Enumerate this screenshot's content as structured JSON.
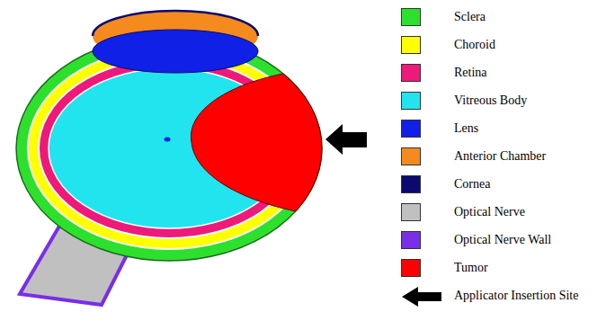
{
  "diagram": {
    "legend": [
      {
        "text": "Sclera",
        "color": "#2ee02e"
      },
      {
        "text": "Choroid",
        "color": "#ffff00"
      },
      {
        "text": "Retina",
        "color": "#ee1a7a"
      },
      {
        "text": "Vitreous Body",
        "color": "#22e4ee"
      },
      {
        "text": "Lens",
        "color": "#1020e6"
      },
      {
        "text": "Anterior Chamber",
        "color": "#f58a1e"
      },
      {
        "text": "Cornea",
        "color": "#0a0a70"
      },
      {
        "text": "Optical Nerve",
        "color": "#c0c0c0"
      },
      {
        "text": "Optical Nerve Wall",
        "color": "#7a2ee6"
      },
      {
        "text": "Tumor",
        "color": "#ff0000"
      },
      {
        "text": "Applicator Insertion Site"
      }
    ]
  }
}
